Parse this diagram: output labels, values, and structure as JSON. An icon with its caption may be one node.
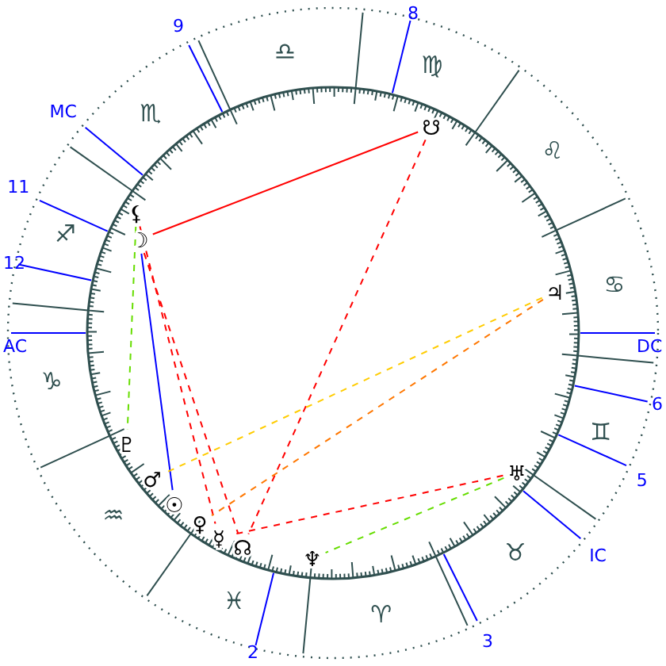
{
  "diagram": {
    "nodes": [
      {
        "text": [
          "⚸"
        ]
      },
      {
        "text": [
          "☽"
        ]
      },
      {
        "text": [
          "☋"
        ]
      },
      {
        "text": [
          "♃"
        ]
      },
      {
        "text": [
          "♅"
        ]
      },
      {
        "text": [
          "♆"
        ]
      },
      {
        "text": [
          "♇"
        ]
      },
      {
        "text": [
          "♂"
        ]
      },
      {
        "text": [
          "☉"
        ]
      },
      {
        "text": [
          "♀"
        ]
      },
      {
        "text": [
          "☿"
        ]
      },
      {
        "text": [
          "☊"
        ]
      }
    ],
    "edges": [
      {
        "from": 1,
        "to": 2,
        "arrow": "none"
      },
      {
        "from": 0,
        "to": 6,
        "arrow": "none",
        "style": "dashed",
        "color": "#66dd00"
      },
      {
        "from": 1,
        "to": 8,
        "arrow": "none",
        "color": "#0000ff"
      },
      {
        "from": 1,
        "to": 11,
        "arrow": "none",
        "style": "dashed"
      },
      {
        "from": 0,
        "to": 10,
        "arrow": "none",
        "style": "dashed"
      },
      {
        "from": 2,
        "to": 11,
        "arrow": "none",
        "style": "dashed"
      },
      {
        "from": 3,
        "to": 9,
        "arrow": "none",
        "style": "dashed",
        "color": "#ff7700"
      },
      {
        "from": 3,
        "to": 7,
        "arrow": "none",
        "style": "dashed",
        "color": "#ffcc00"
      },
      {
        "from": 4,
        "to": 10,
        "arrow": "none",
        "style": "dashed"
      },
      {
        "from": 4,
        "to": 5,
        "arrow": "none",
        "style": "dashed",
        "color": "#66dd00"
      }
    ],
    "labels": [
      "8",
      "9",
      "♎",
      "♍",
      "♏",
      "MC",
      "♌",
      "11",
      "♐",
      "12",
      "♋",
      "DC",
      "AC",
      "♑",
      "6",
      "♊",
      "5",
      "♒",
      "IC",
      "♉",
      "♓",
      "♈",
      "3",
      "2"
    ]
  }
}
